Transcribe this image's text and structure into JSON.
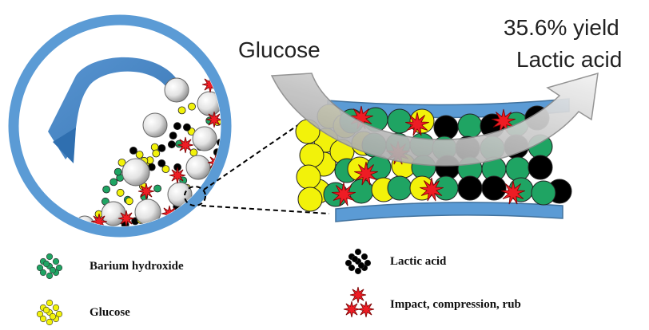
{
  "callouts": {
    "input": "Glucose",
    "yield": "35.6% yield",
    "product": "Lactic acid"
  },
  "legend": [
    {
      "icon": "barium-hydroxide-particles-icon",
      "label": "Barium hydroxide",
      "color": "#1fa463"
    },
    {
      "icon": "glucose-particles-icon",
      "label": "Glucose",
      "color": "#f2f20a"
    },
    {
      "icon": "lactic-acid-particles-icon",
      "label": "Lactic acid",
      "color": "#000000"
    },
    {
      "icon": "impact-burst-icon",
      "label": "Impact, compression, rub",
      "color": "#ee1c24"
    }
  ],
  "colors": {
    "vessel": "#5b9bd5",
    "barium_hydroxide": "#1fa463",
    "glucose": "#f2f20a",
    "lactic_acid": "#000000",
    "impact": "#ee1c24",
    "ball": "#e6e6e6",
    "arrow": "#bfbfbf"
  }
}
